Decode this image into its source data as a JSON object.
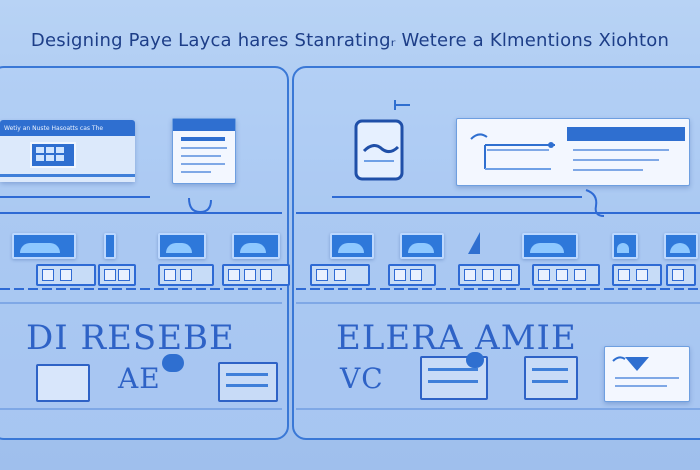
{
  "header": {
    "title": "Designing Paye Laycа hares  Stanratingᵣ Wetere a Klmentions Xiohton"
  },
  "left_panel": {
    "banner_label": "Wetiy an Nuste Hasoatts cas The"
  },
  "glyph_rows": {
    "left_top": "DI RESEBE",
    "left_bottom": "AE",
    "right_top": "ELERA AMIE",
    "right_bottom": "VC"
  },
  "icons": [
    "browser-window-icon",
    "document-icon",
    "image-thumbnail-icon",
    "dropdown-arrow-icon",
    "cursor-icon"
  ],
  "colors": {
    "background": "#a9c8f0",
    "accent": "#2f6fd0",
    "title": "#1d3e88",
    "panel_border": "#3a78d6"
  }
}
